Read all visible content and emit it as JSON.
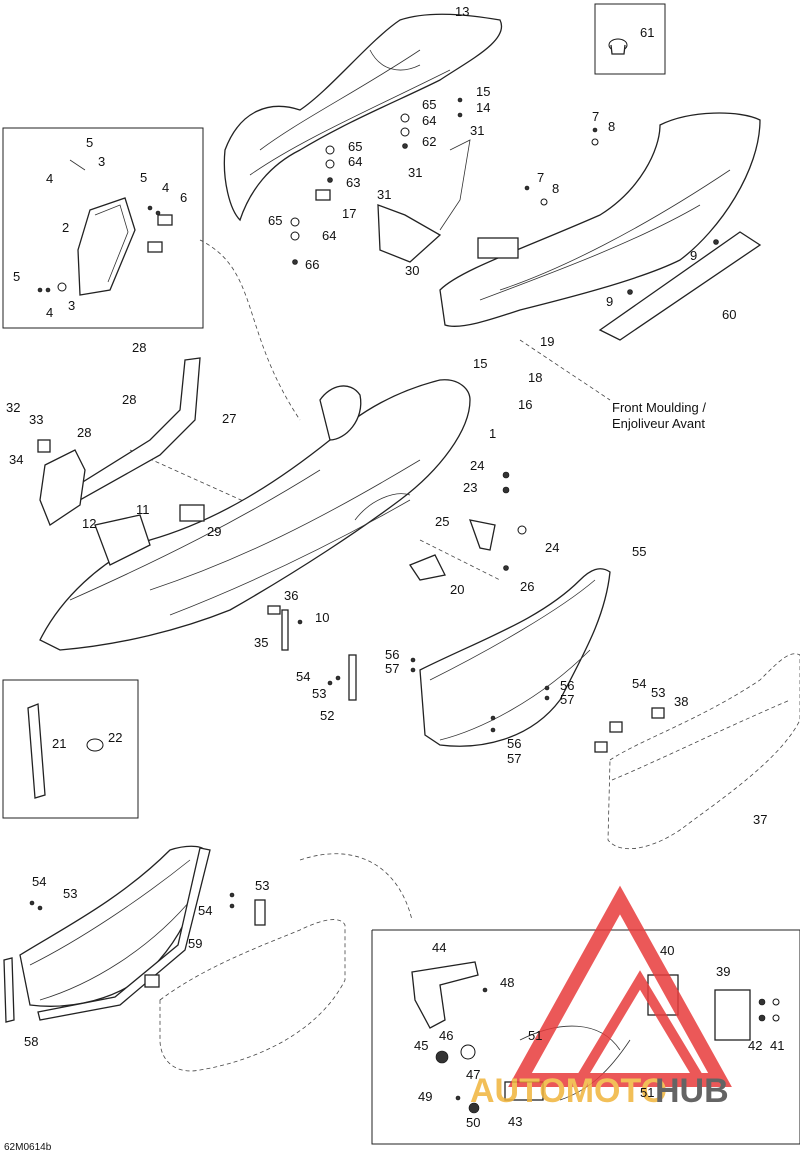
{
  "diagram": {
    "code": "62M0614b",
    "front_moulding_label_line1": "Front Moulding /",
    "front_moulding_label_line2": "Enjoliveur Avant"
  },
  "callouts": [
    "1",
    "2",
    "3",
    "4",
    "5",
    "6",
    "7",
    "8",
    "9",
    "10",
    "11",
    "12",
    "13",
    "14",
    "15",
    "16",
    "17",
    "18",
    "19",
    "20",
    "21",
    "22",
    "23",
    "24",
    "25",
    "26",
    "27",
    "28",
    "29",
    "30",
    "31",
    "32",
    "33",
    "34",
    "35",
    "36",
    "37",
    "38",
    "39",
    "40",
    "41",
    "42",
    "43",
    "44",
    "45",
    "46",
    "47",
    "48",
    "49",
    "50",
    "51",
    "52",
    "53",
    "54",
    "55",
    "56",
    "57",
    "58",
    "59",
    "60",
    "61",
    "62",
    "63",
    "64",
    "65",
    "66"
  ],
  "watermark": {
    "text_left": "AUTOMOTO",
    "text_right": "HUB",
    "colors": {
      "primary": "#e83c3c",
      "secondary": "#f0b43c",
      "dark": "#4a4a4a"
    }
  }
}
